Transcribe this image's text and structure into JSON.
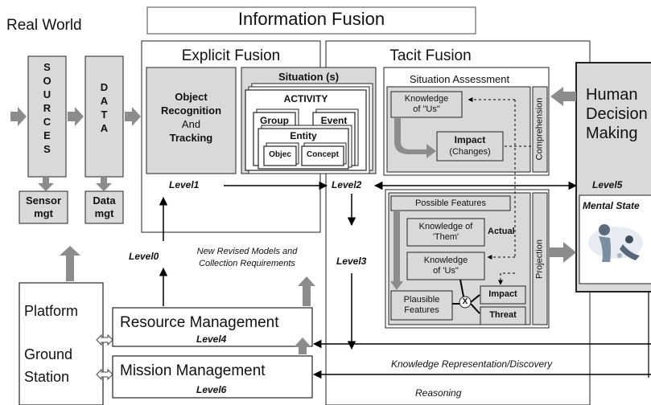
{
  "header": {
    "real_world": "Real World",
    "information_fusion": "Information Fusion"
  },
  "sources": {
    "letters": [
      "S",
      "O",
      "U",
      "R",
      "C",
      "E",
      "S"
    ],
    "mgt_line1": "Sensor",
    "mgt_line2": "mgt"
  },
  "data_col": {
    "letters": [
      "D",
      "A",
      "T",
      "A"
    ],
    "mgt_line1": "Data",
    "mgt_line2": "mgt"
  },
  "explicit": {
    "title": "Explicit Fusion",
    "object_recognition": [
      "Object",
      "Recognition",
      "And",
      "Tracking"
    ],
    "situation_title": "Situation (s)",
    "activity": "ACTIVITY",
    "group": "Group",
    "event": "Event",
    "entity": "Entity",
    "object": "Objec",
    "concept": "Concept",
    "level1": "Level1"
  },
  "tacit": {
    "title": "Tacit Fusion",
    "situation_assessment": "Situation Assessment",
    "knowledge_us_1": [
      "Knowledge",
      "of \"Us\""
    ],
    "impact_1": "Impact",
    "changes": "(Changes)",
    "comprehension": "Comprehension",
    "level2": "Level2",
    "level3": "Level3",
    "possible_features": "Possible Features",
    "knowledge_them": [
      "Knowledge of",
      "'Them'"
    ],
    "actual": "Actual",
    "knowledge_us_2": [
      "Knowledge",
      "of 'Us\""
    ],
    "plausible_features": [
      "Plausible",
      "Features"
    ],
    "x_mark": "X",
    "impact_2": "Impact",
    "threat": "Threat",
    "projection": "Projection"
  },
  "human": {
    "title": [
      "Human",
      "Decision",
      "Making"
    ],
    "level5": "Level5",
    "mental_state": "Mental State"
  },
  "bottom": {
    "level0": "Level0",
    "new_models": [
      "New Revised Models and",
      "Collection Requirements"
    ],
    "platform": "Platform",
    "ground": "Ground",
    "station": "Station",
    "resource_management": "Resource Management",
    "level4": "Level4",
    "mission_management": "Mission Management",
    "level6": "Level6",
    "knowledge_rep": "Knowledge Representation/Discovery",
    "reasoning": "Reasoning"
  },
  "colors": {
    "gray_box": "#d9d9d9",
    "gray_arrow": "#8c8c8c",
    "line": "#000000"
  }
}
